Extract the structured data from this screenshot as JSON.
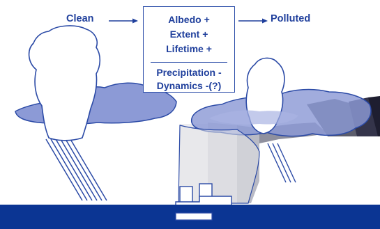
{
  "diagram": {
    "clean_label": "Clean",
    "polluted_label": "Polluted",
    "effects_positive": [
      "Albedo +",
      "Extent +",
      "Lifetime +"
    ],
    "effects_negative": [
      "Precipitation -",
      "Dynamics -(?)"
    ]
  },
  "colors": {
    "text_blue": "#1f3f9c",
    "box_border": "#2a4ca8",
    "cloud_outline": "#2b4aa6",
    "anvil_fill": "#8c9ad6",
    "ocean_surface": "#0b3593",
    "haze_dark": "#1e1e30"
  }
}
